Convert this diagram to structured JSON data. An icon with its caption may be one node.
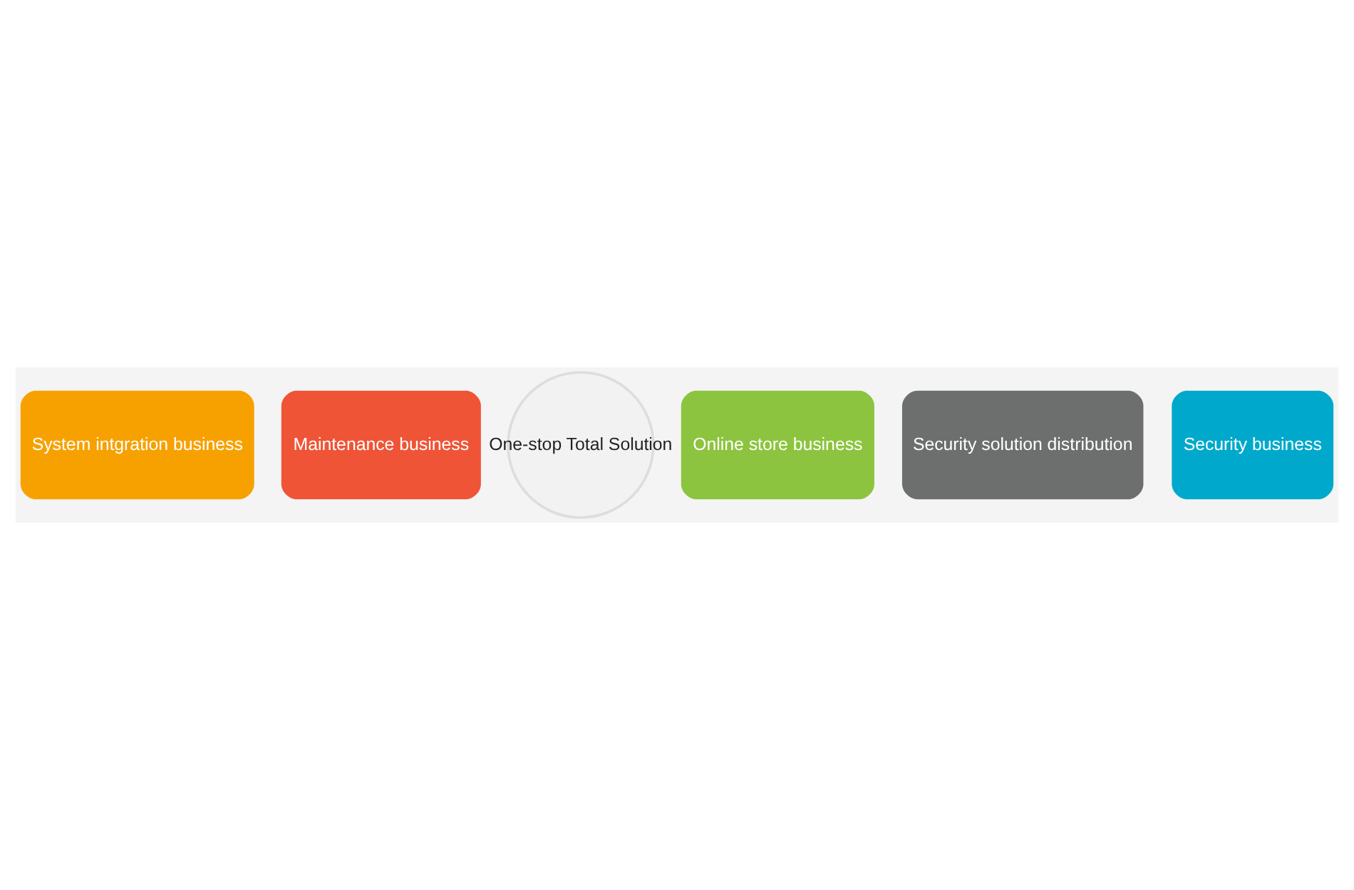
{
  "diagram": {
    "nodes": [
      {
        "text": [
          "System intgration business"
        ]
      },
      {
        "text": [
          "Maintenance business"
        ]
      },
      {
        "text": [
          "One-stop Total Solution"
        ]
      },
      {
        "text": [
          "Online store business"
        ]
      },
      {
        "text": [
          "Security solution distribution"
        ]
      },
      {
        "text": [
          "Security business"
        ]
      }
    ],
    "edges": []
  }
}
